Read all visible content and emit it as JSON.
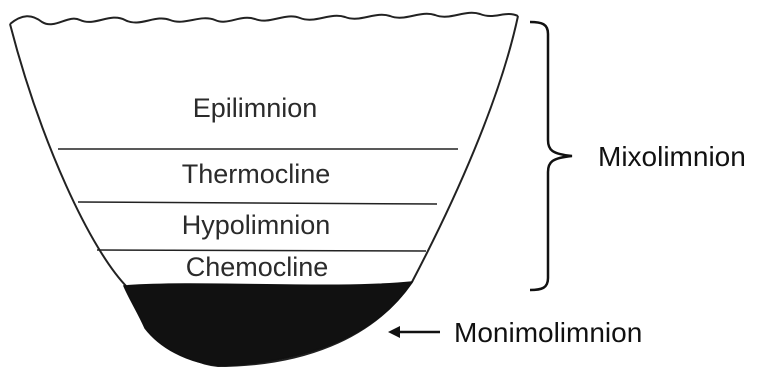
{
  "diagram": {
    "layers": {
      "epilimnion": "Epilimnion",
      "thermocline": "Thermocline",
      "hypolimnion": "Hypolimnion",
      "chemocline": "Chemocline"
    },
    "brace_label": "Mixolimnion",
    "arrow_label": "Monimolimnion",
    "colors": {
      "outline": "#222222",
      "monimolimnion_fill": "#111111",
      "text": "#2b2b2b"
    }
  }
}
